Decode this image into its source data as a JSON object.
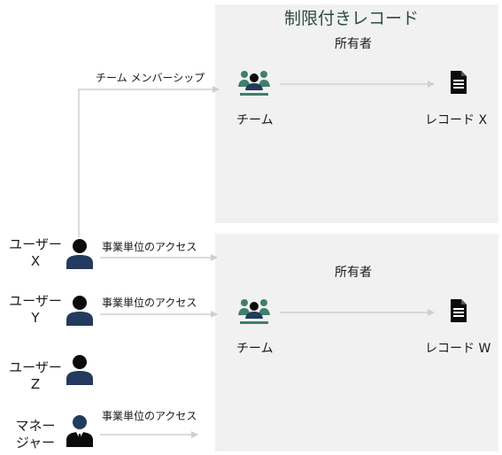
{
  "restricted_title": "制限付きレコード",
  "top_panel": {
    "owner_label": "所有者",
    "team_label": "チーム",
    "record_label": "レコード X",
    "membership_label": "チーム メンバーシップ"
  },
  "bottom_panel": {
    "owner_label": "所有者",
    "team_label": "チーム",
    "record_label": "レコード W"
  },
  "users": [
    {
      "line1": "ユーザー",
      "line2": "X",
      "access_label": "事業単位のアクセス",
      "icon": "user-icon"
    },
    {
      "line1": "ユーザー",
      "line2": "Y",
      "access_label": "事業単位のアクセス",
      "icon": "user-icon"
    },
    {
      "line1": "ユーザー",
      "line2": "Z",
      "icon": "user-icon"
    },
    {
      "line1": "マネー",
      "line2": "ジャー",
      "access_label": "事業単位のアクセス",
      "icon": "manager-icon"
    }
  ],
  "colors": {
    "panel": "#f1f1f1",
    "arrow": "#cfcfcf",
    "icon_dark": "#0b0b0b",
    "icon_body": "#243a5e",
    "team_accent": "#3f7f6b",
    "title": "#2f4a44"
  }
}
